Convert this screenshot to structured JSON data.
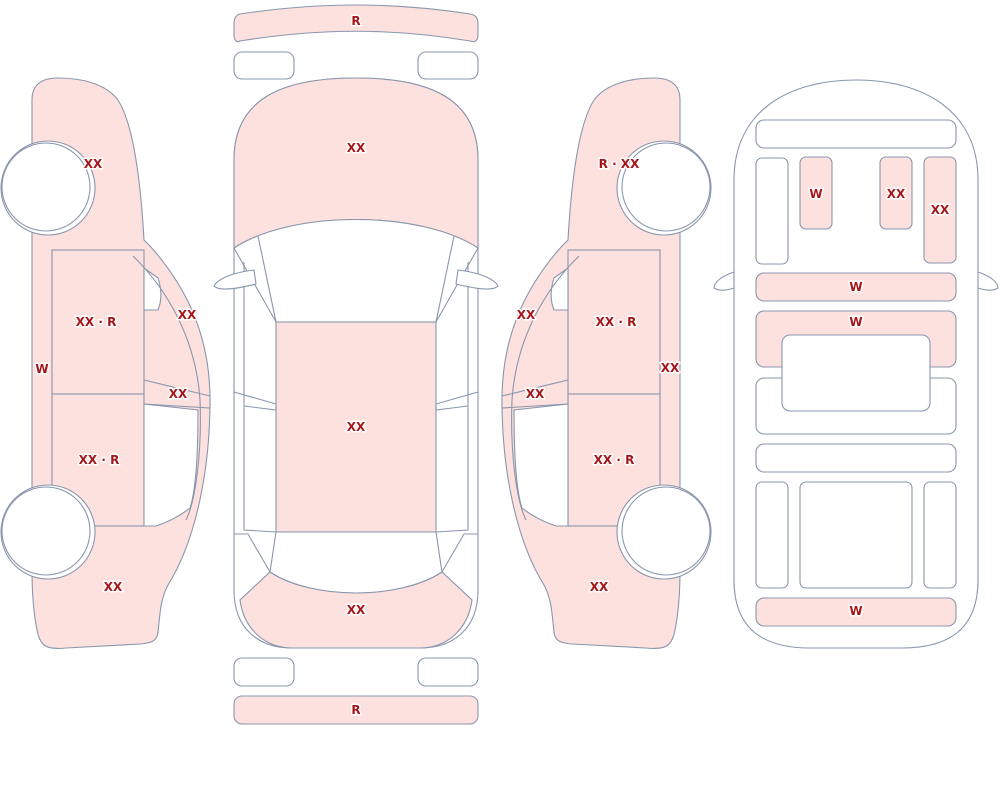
{
  "colors": {
    "damaged_fill": "#fde1df",
    "intact_fill": "#ffffff",
    "outline": "#8a96ad",
    "label_text": "#a4161a"
  },
  "views": {
    "left_side": {
      "front_fender": "XX",
      "rocker": "W",
      "front_door": "XX · R",
      "rear_door": "XX · R",
      "pillar": "XX",
      "quarter_glass": "XX",
      "rear_quarter": "XX"
    },
    "top": {
      "front_bumper": "R",
      "hood": "XX",
      "roof": "XX",
      "trunk": "XX",
      "rear_bumper": "R"
    },
    "right_side": {
      "front_fender": "R · XX",
      "pillar": "XX",
      "front_door": "XX · R",
      "rocker": "XX",
      "quarter_glass": "XX",
      "rear_door": "XX · R",
      "rear_quarter": "XX"
    },
    "underbody": {
      "left_front_rail": "W",
      "center_front_rail": "XX",
      "right_front_rail": "XX",
      "front_crossmember": "W",
      "center_crossmember": "W",
      "rear_crossmember": "W"
    }
  }
}
